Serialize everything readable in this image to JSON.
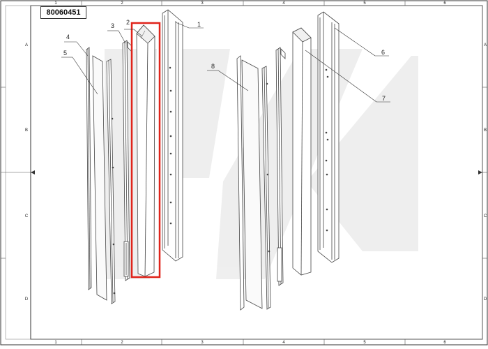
{
  "drawing": {
    "number": "80060451"
  },
  "grid": {
    "column_labels": [
      "1",
      "2",
      "3",
      "4",
      "5",
      "6"
    ],
    "row_labels": [
      "A",
      "B",
      "C",
      "D"
    ]
  },
  "callouts": [
    {
      "label": "1"
    },
    {
      "label": "2"
    },
    {
      "label": "3"
    },
    {
      "label": "4"
    },
    {
      "label": "5"
    },
    {
      "label": "6"
    },
    {
      "label": "7"
    },
    {
      "label": "8"
    }
  ],
  "colors": {
    "highlight": "#e0241b",
    "line": "#444444",
    "frame": "#333333",
    "watermark": "#ececec"
  }
}
